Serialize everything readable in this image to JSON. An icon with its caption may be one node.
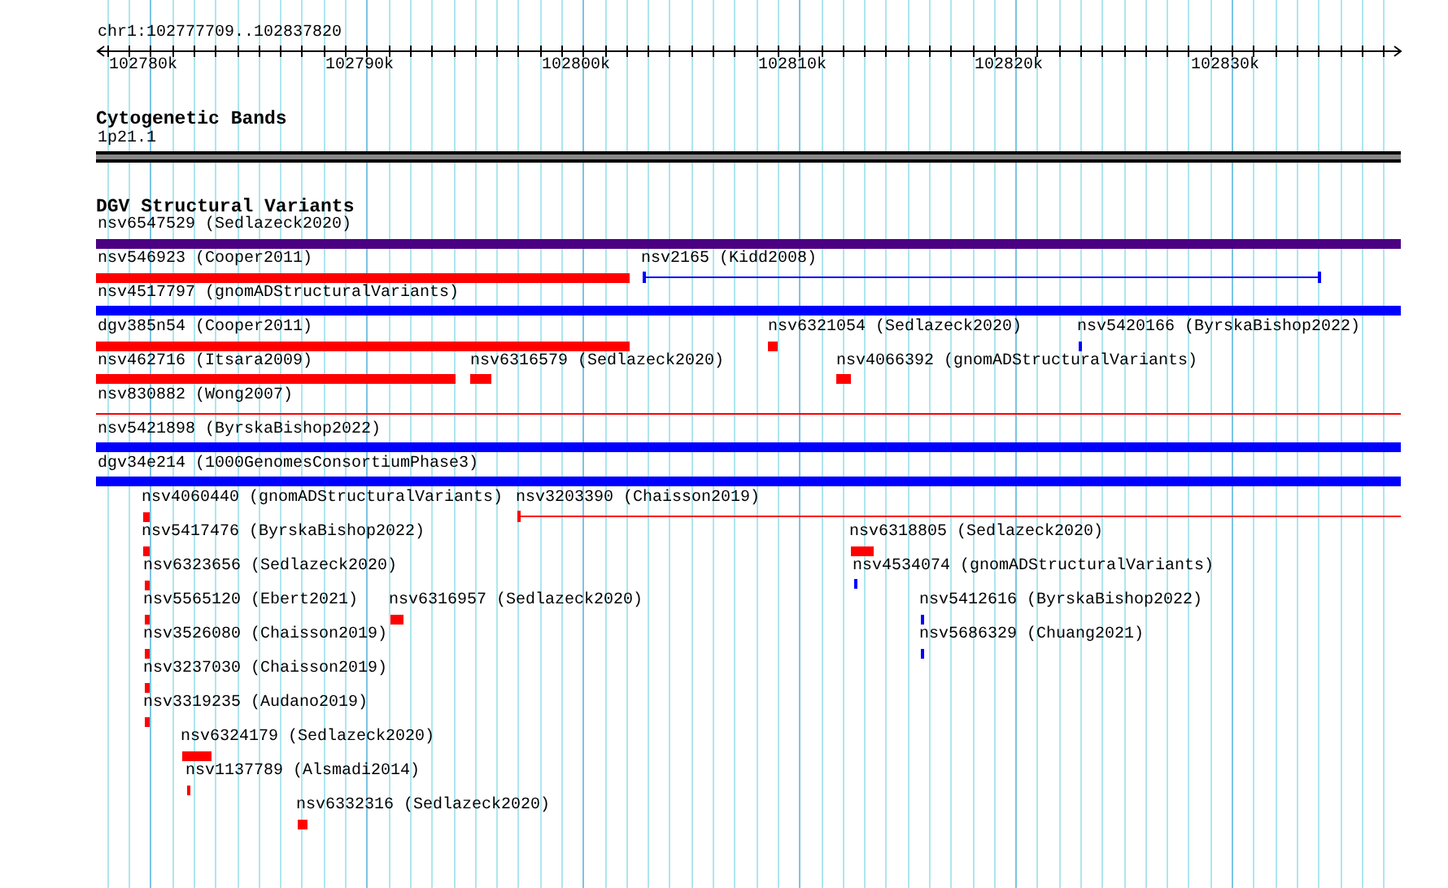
{
  "diagram": {
    "nodes": [
      {
        "text": [
          "1p21.1"
        ]
      },
      {
        "text": [
          "nsv6547529 (Sedlazeck2020)"
        ]
      },
      {
        "text": [
          "nsv546923 (Cooper2011)"
        ]
      },
      {
        "text": [
          "nsv2165 (Kidd2008)"
        ]
      },
      {
        "text": [
          "nsv4517797 (gnomADStructuralVariants)"
        ]
      },
      {
        "text": [
          "dgv385n54 (Cooper2011)"
        ]
      },
      {
        "text": [
          "nsv6321054 (Sedlazeck2020)"
        ]
      },
      {
        "text": [
          "nsv5420166 (ByrskaBishop2022)"
        ]
      },
      {
        "text": [
          "nsv462716 (Itsara2009)"
        ]
      },
      {
        "text": [
          "nsv6316579 (Sedlazeck2020)"
        ]
      },
      {
        "text": [
          "nsv4066392 (gnomADStructuralVariants)"
        ]
      },
      {
        "text": [
          "nsv830882 (Wong2007)"
        ]
      },
      {
        "text": [
          "nsv5421898 (ByrskaBishop2022)"
        ]
      },
      {
        "text": [
          "dgv34e214 (1000GenomesConsortiumPhase3)"
        ]
      },
      {
        "text": [
          "nsv4060440 (gnomADStructuralVariants)"
        ]
      },
      {
        "text": [
          "nsv3203390 (Chaisson2019)"
        ]
      },
      {
        "text": [
          "nsv5417476 (ByrskaBishop2022)"
        ]
      },
      {
        "text": [
          "nsv6318805 (Sedlazeck2020)"
        ]
      },
      {
        "text": [
          "nsv6323656 (Sedlazeck2020)"
        ]
      },
      {
        "text": [
          "nsv4534074 (gnomADStructuralVariants)"
        ]
      },
      {
        "text": [
          "nsv5565120 (Ebert2021)"
        ]
      },
      {
        "text": [
          "nsv6316957 (Sedlazeck2020)"
        ]
      },
      {
        "text": [
          "nsv5412616 (ByrskaBishop2022)"
        ]
      },
      {
        "text": [
          "nsv3526080 (Chaisson2019)"
        ]
      },
      {
        "text": [
          "nsv5686329 (Chuang2021)"
        ]
      },
      {
        "text": [
          "nsv3237030 (Chaisson2019)"
        ]
      },
      {
        "text": [
          "nsv3319235 (Audano2019)"
        ]
      },
      {
        "text": [
          "nsv6324179 (Sedlazeck2020)"
        ]
      },
      {
        "text": [
          "nsv1137789 (Alsmadi2014)"
        ]
      },
      {
        "text": [
          "nsv6332316 (Sedlazeck2020)"
        ]
      }
    ],
    "labels": [
      "chr1:102777709..102837820",
      "102780k",
      "102790k",
      "102800k",
      "102810k",
      "102820k",
      "102830k",
      "Cytogenetic Bands",
      "DGV Structural Variants"
    ]
  }
}
